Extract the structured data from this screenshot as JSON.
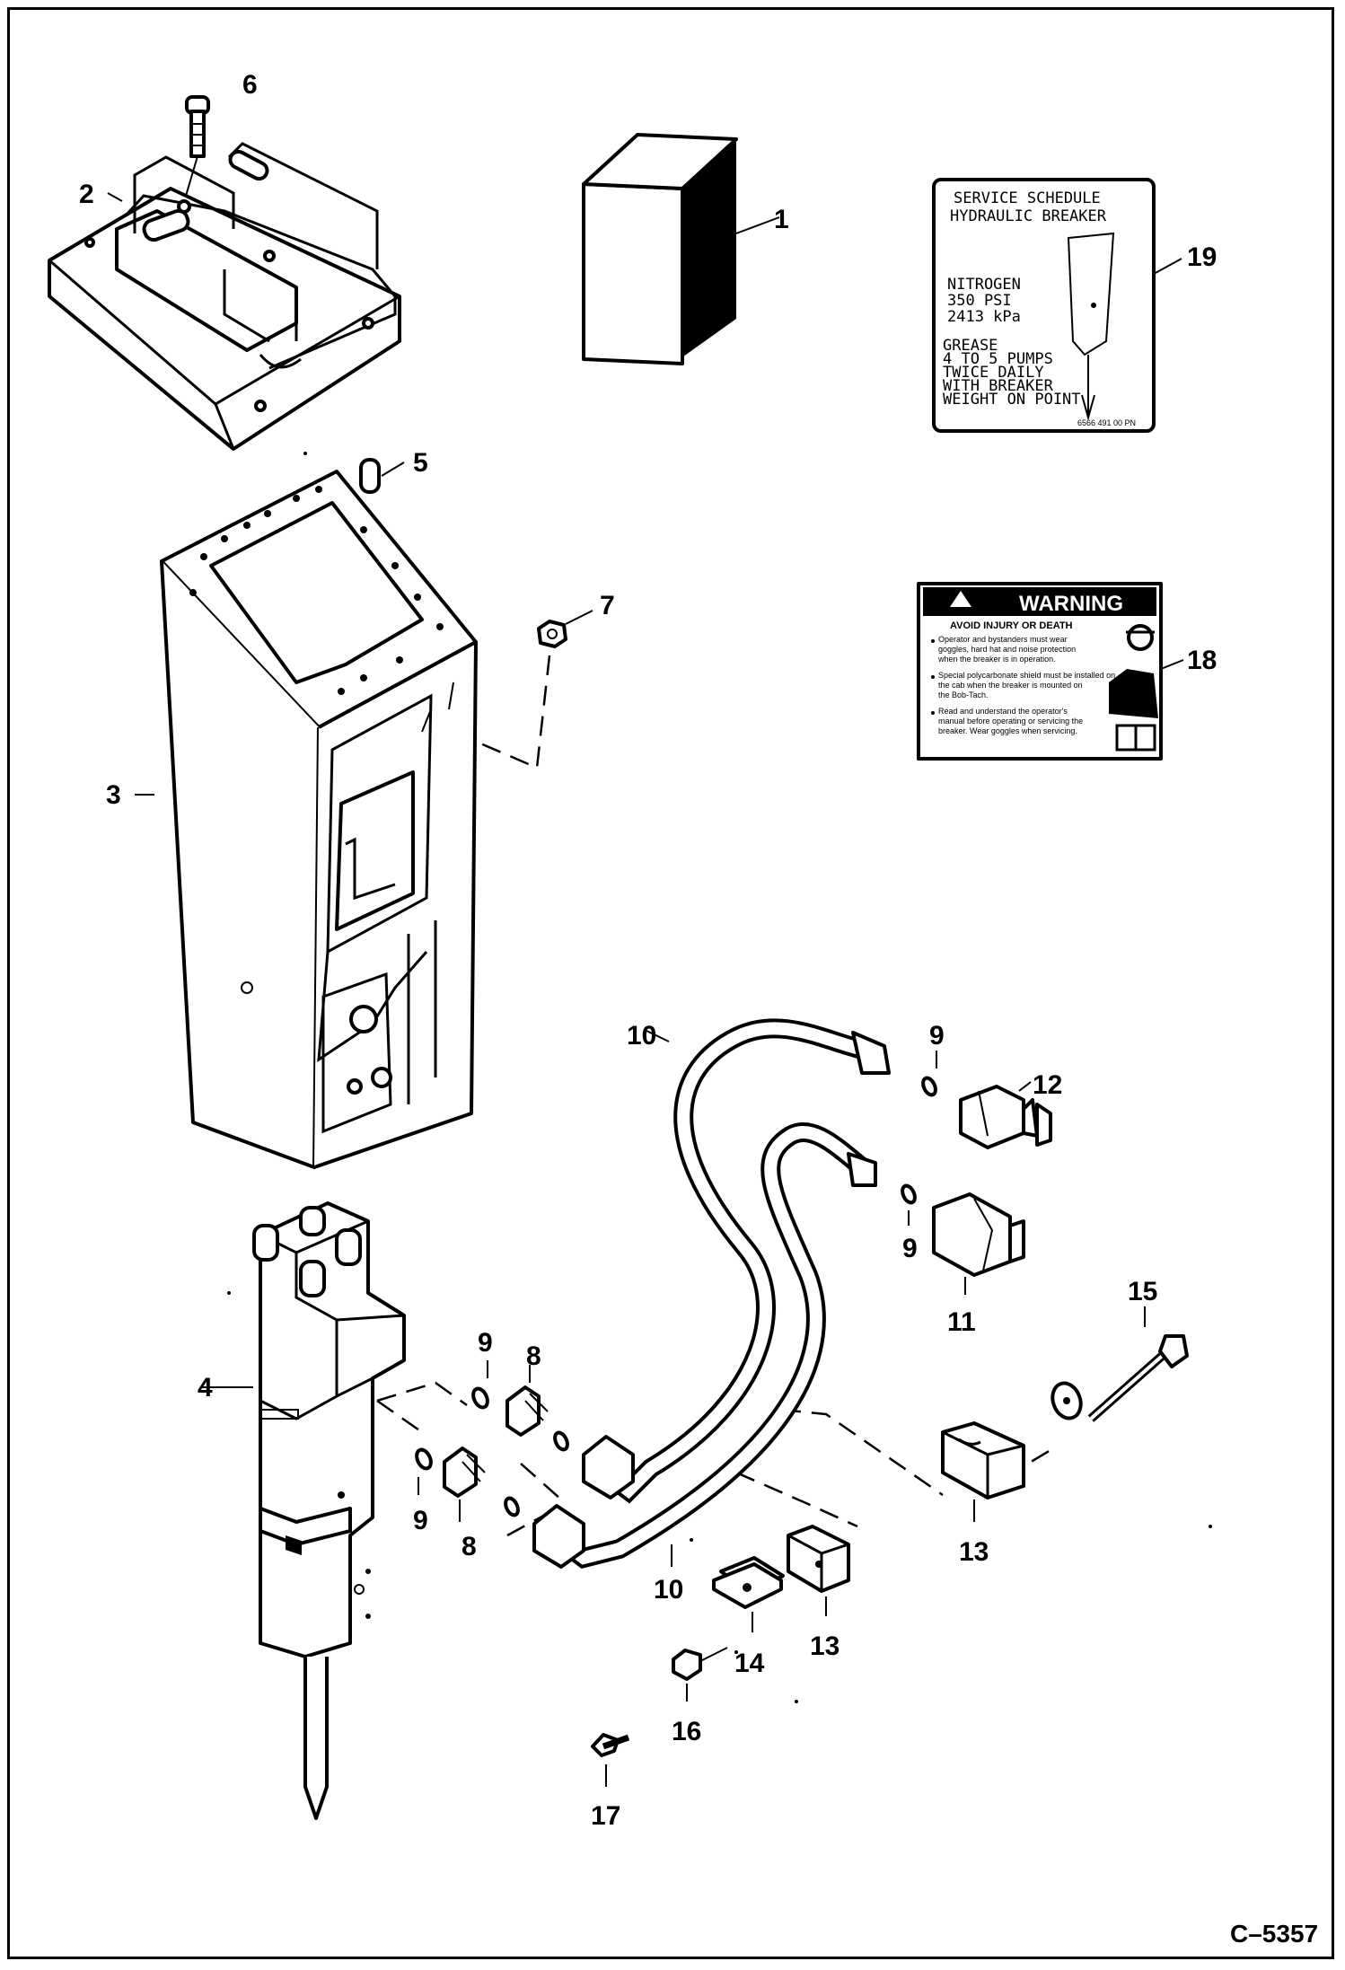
{
  "callouts": {
    "c1": "1",
    "c2": "2",
    "c3": "3",
    "c4": "4",
    "c5": "5",
    "c6": "6",
    "c7": "7",
    "c8a": "8",
    "c8b": "8",
    "c9a": "9",
    "c9b": "9",
    "c9c": "9",
    "c9d": "9",
    "c10a": "10",
    "c10b": "10",
    "c11": "11",
    "c12": "12",
    "c13a": "13",
    "c13b": "13",
    "c14": "14",
    "c15": "15",
    "c16": "16",
    "c17": "17",
    "c18": "18",
    "c19": "19"
  },
  "figure_id": "C–5357",
  "service_decal": {
    "title_line1": "SERVICE SCHEDULE",
    "title_line2": "HYDRAULIC BREAKER",
    "nitrogen_line1": "NITROGEN",
    "nitrogen_line2": "350 PSI",
    "nitrogen_line3": "2413 kPa",
    "grease_line1": "GREASE",
    "grease_line2": "4 TO 5 PUMPS",
    "grease_line3": "TWICE DAILY",
    "grease_line4": "WITH BREAKER",
    "grease_line5": "WEIGHT ON POINT",
    "part_no": "6566 491 00 PN"
  },
  "warning_decal": {
    "title": "WARNING",
    "subtitle": "AVOID INJURY OR DEATH",
    "item1_line1": "Operator and bystanders must wear",
    "item1_line2": "goggles, hard hat and noise protection",
    "item1_line3": "when the breaker is in operation.",
    "item2_line1": "Special polycarbonate shield must be installed on",
    "item2_line2": "the cab when the breaker is mounted on",
    "item2_line3": "the Bob-Tach.",
    "item3_line1": "Read and understand the operator's",
    "item3_line2": "manual before operating or servicing the",
    "item3_line3": "breaker. Wear goggles when servicing."
  }
}
